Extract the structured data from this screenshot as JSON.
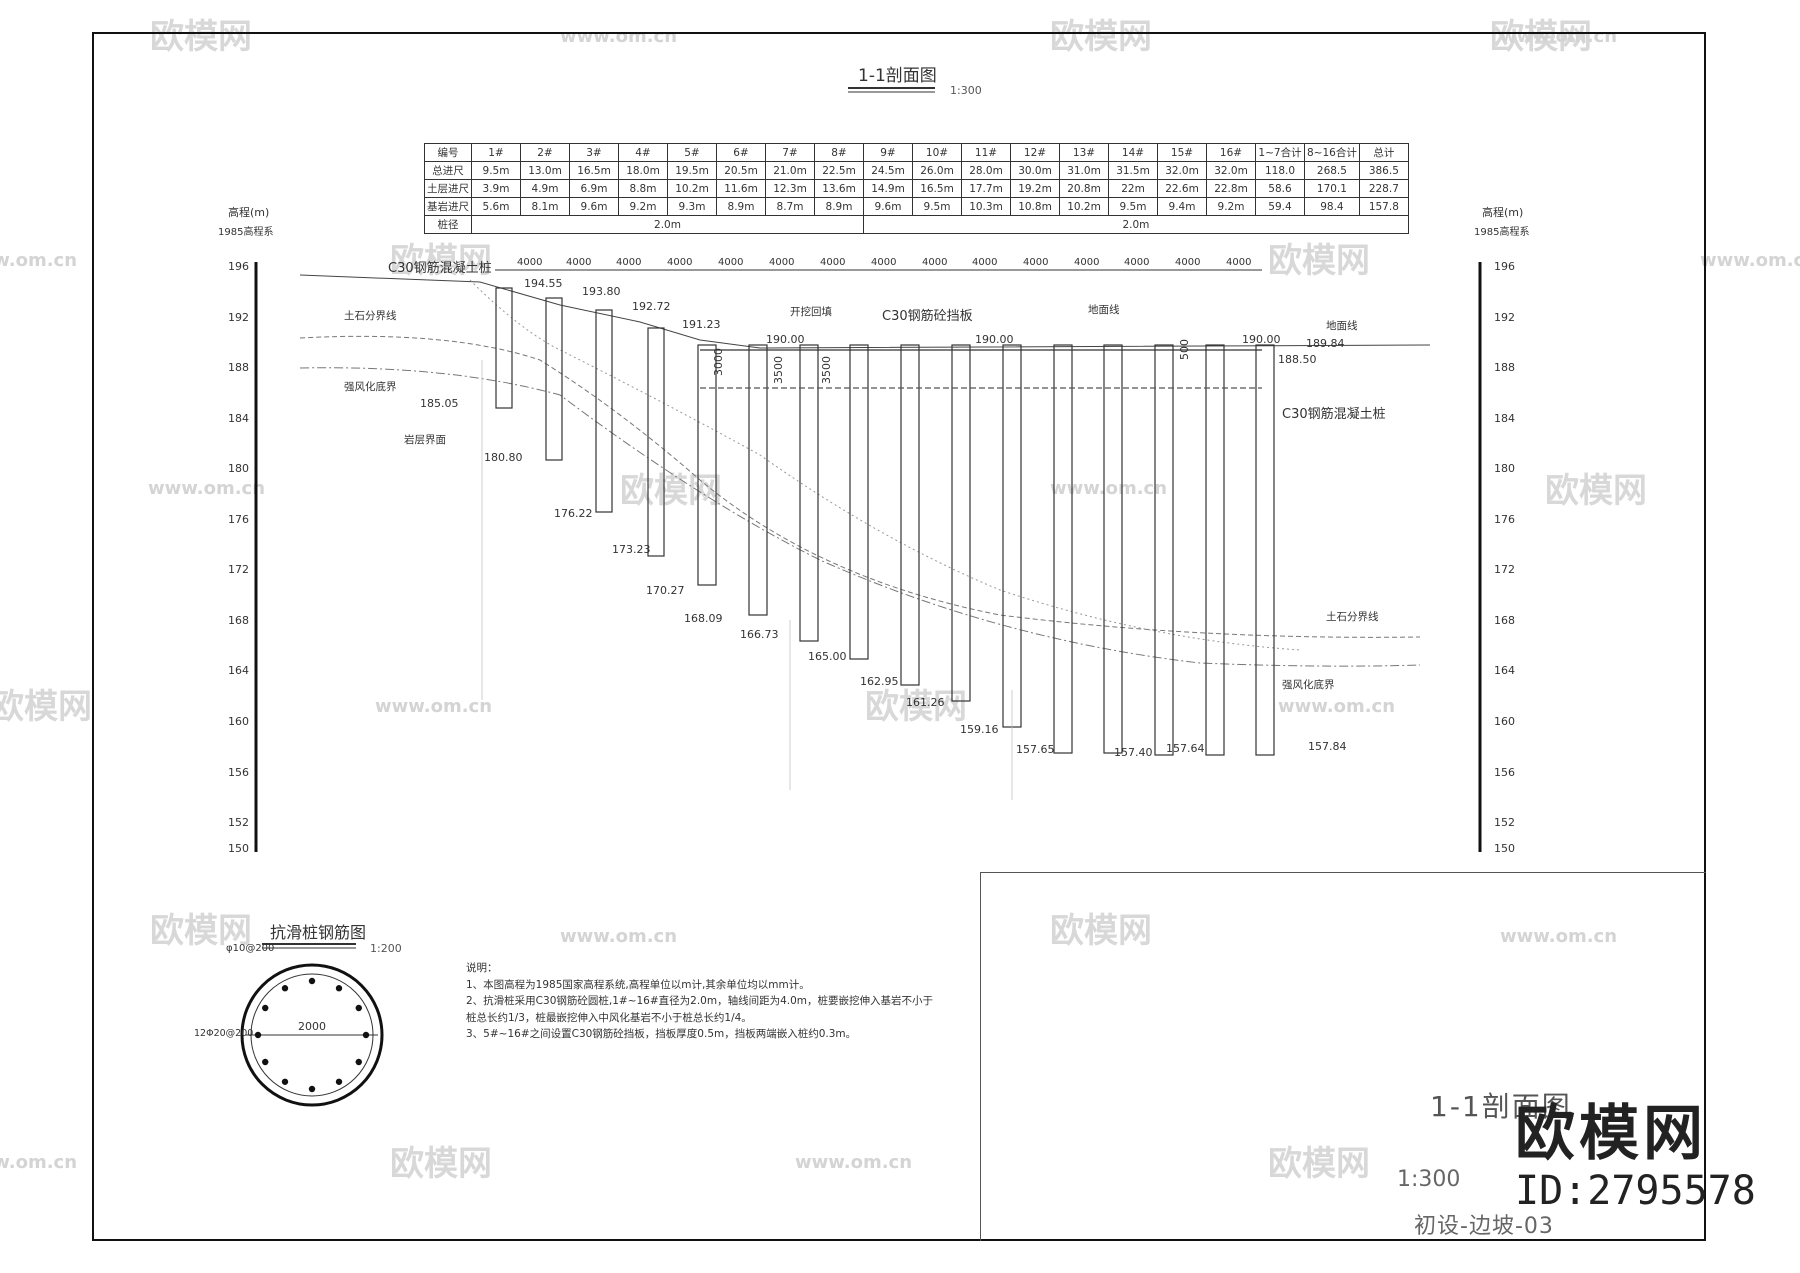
{
  "drawing": {
    "section_title": "1-1剖面图",
    "section_scale": "1:300",
    "ground_line_label": "地面线",
    "ground_line_label_right": "地面线",
    "retaining_wall_label": "C30钢筋砼挡板",
    "backfill_label": "开挖回填",
    "pile_label_left": "C30钢筋混凝土桩",
    "pile_label_right": "C30钢筋混凝土桩",
    "soil_rock_line_left": "土石分界线",
    "weathered_line_left": "强风化底界",
    "rock_boundary_label": "岩层界面",
    "soil_rock_line_right": "土石分界线",
    "weathered_line_right": "强风化底界"
  },
  "table": {
    "headers": [
      "编号",
      "1#",
      "2#",
      "3#",
      "4#",
      "5#",
      "6#",
      "7#",
      "8#",
      "9#",
      "10#",
      "11#",
      "12#",
      "13#",
      "14#",
      "15#",
      "16#",
      "1~7合计",
      "8~16合计",
      "总计"
    ],
    "rows": [
      [
        "总进尺",
        "9.5m",
        "13.0m",
        "16.5m",
        "18.0m",
        "19.5m",
        "20.5m",
        "21.0m",
        "22.5m",
        "24.5m",
        "26.0m",
        "28.0m",
        "30.0m",
        "31.0m",
        "31.5m",
        "32.0m",
        "32.0m",
        "118.0",
        "268.5",
        "386.5"
      ],
      [
        "土层进尺",
        "3.9m",
        "4.9m",
        "6.9m",
        "8.8m",
        "10.2m",
        "11.6m",
        "12.3m",
        "13.6m",
        "14.9m",
        "16.5m",
        "17.7m",
        "19.2m",
        "20.8m",
        "22m",
        "22.6m",
        "22.8m",
        "58.6",
        "170.1",
        "228.7"
      ],
      [
        "基岩进尺",
        "5.6m",
        "8.1m",
        "9.6m",
        "9.2m",
        "9.3m",
        "8.9m",
        "8.7m",
        "8.9m",
        "9.6m",
        "9.5m",
        "10.3m",
        "10.8m",
        "10.2m",
        "9.5m",
        "9.4m",
        "9.2m",
        "59.4",
        "98.4",
        "157.8"
      ]
    ],
    "diameter_label": "桩径",
    "diameter_group1": "2.0m",
    "diameter_group2": "2.0m"
  },
  "spacing_labels": [
    "4000",
    "4000",
    "4000",
    "4000",
    "4000",
    "4000",
    "4000",
    "4000",
    "4000",
    "4000",
    "4000",
    "4000",
    "4000",
    "4000",
    "4000"
  ],
  "axis": {
    "title": "高程(m)",
    "system": "1985高程系",
    "ticks": [
      "196",
      "192",
      "188",
      "184",
      "180",
      "176",
      "172",
      "168",
      "164",
      "160",
      "156",
      "152",
      "150"
    ]
  },
  "elevations": {
    "top": [
      "194.55",
      "193.80",
      "192.72",
      "191.23",
      "190.00",
      "190.00",
      "190.00",
      "189.84",
      "188.50"
    ],
    "bottom": [
      "185.05",
      "180.80",
      "176.22",
      "173.23",
      "170.27",
      "168.09",
      "166.73",
      "165.00",
      "162.95",
      "161.26",
      "159.16",
      "157.65",
      "157.40",
      "157.64",
      "157.84"
    ]
  },
  "dims": {
    "d3000": "3000",
    "d3500a": "3500",
    "d3500b": "3500",
    "d500": "500"
  },
  "rebar": {
    "title": "抗滑桩钢筋图",
    "scale": "1:200",
    "stirrup": "φ10@200",
    "main_bar": "12Φ20@200",
    "diameter": "2000"
  },
  "notes": {
    "title": "说明：",
    "items": [
      "1、本图高程为1985国家高程系统,高程单位以m计,其余单位均以mm计。",
      "2、抗滑桩采用C30钢筋砼圆桩,1#~16#直径为2.0m，轴线间距为4.0m，桩要嵌挖伸入基岩不小于",
      "   桩总长约1/3，桩最嵌挖伸入中风化基岩不小于桩总长约1/4。",
      "3、5#~16#之间设置C30钢筋砼挡板，挡板厚度0.5m，挡板两端嵌入桩约0.3m。"
    ]
  },
  "title_block": {
    "title": "1-1剖面图",
    "scale": "1:300",
    "code": "初设-边坡-03"
  },
  "brand": {
    "name": "欧模网",
    "id": "ID:2795578"
  },
  "watermark": {
    "name": "欧模网",
    "url": "www.om.cn"
  }
}
